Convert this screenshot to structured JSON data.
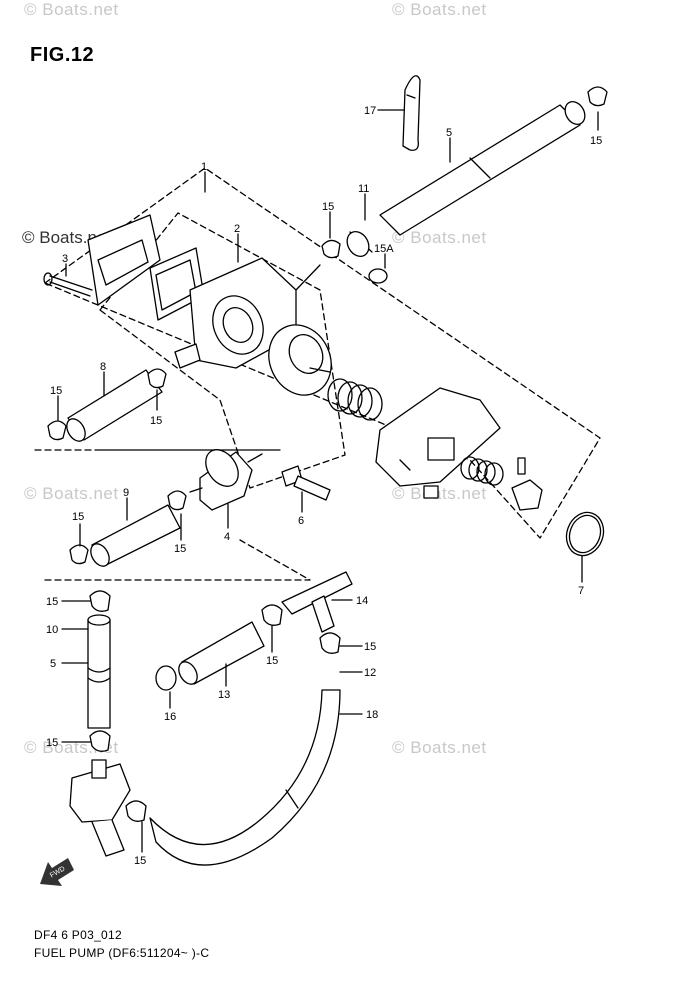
{
  "figure": {
    "title": "FIG.12",
    "code": "DF4 6 P03_012",
    "caption": "FUEL PUMP (DF6:511204~ )-C"
  },
  "watermark": {
    "text": "© Boats.net"
  },
  "fwd_label": "FWD",
  "callouts": [
    {
      "id": "c17",
      "text": "17"
    },
    {
      "id": "c5a",
      "text": "5"
    },
    {
      "id": "c15a",
      "text": "15"
    },
    {
      "id": "c1",
      "text": "1"
    },
    {
      "id": "c11",
      "text": "11"
    },
    {
      "id": "c15b",
      "text": "15"
    },
    {
      "id": "c2",
      "text": "2"
    },
    {
      "id": "c15A",
      "text": "15A"
    },
    {
      "id": "c3",
      "text": "3"
    },
    {
      "id": "c8",
      "text": "8"
    },
    {
      "id": "c15c",
      "text": "15"
    },
    {
      "id": "c15d",
      "text": "15"
    },
    {
      "id": "c9",
      "text": "9"
    },
    {
      "id": "c4",
      "text": "4"
    },
    {
      "id": "c6",
      "text": "6"
    },
    {
      "id": "c15e",
      "text": "15"
    },
    {
      "id": "c15f",
      "text": "15"
    },
    {
      "id": "c7",
      "text": "7"
    },
    {
      "id": "c15g",
      "text": "15"
    },
    {
      "id": "c14",
      "text": "14"
    },
    {
      "id": "c10",
      "text": "10"
    },
    {
      "id": "c15h",
      "text": "15"
    },
    {
      "id": "c5b",
      "text": "5"
    },
    {
      "id": "c15i",
      "text": "15"
    },
    {
      "id": "c12",
      "text": "12"
    },
    {
      "id": "c13",
      "text": "13"
    },
    {
      "id": "c16",
      "text": "16"
    },
    {
      "id": "c18",
      "text": "18"
    },
    {
      "id": "c15j",
      "text": "15"
    },
    {
      "id": "c15k",
      "text": "15"
    }
  ]
}
